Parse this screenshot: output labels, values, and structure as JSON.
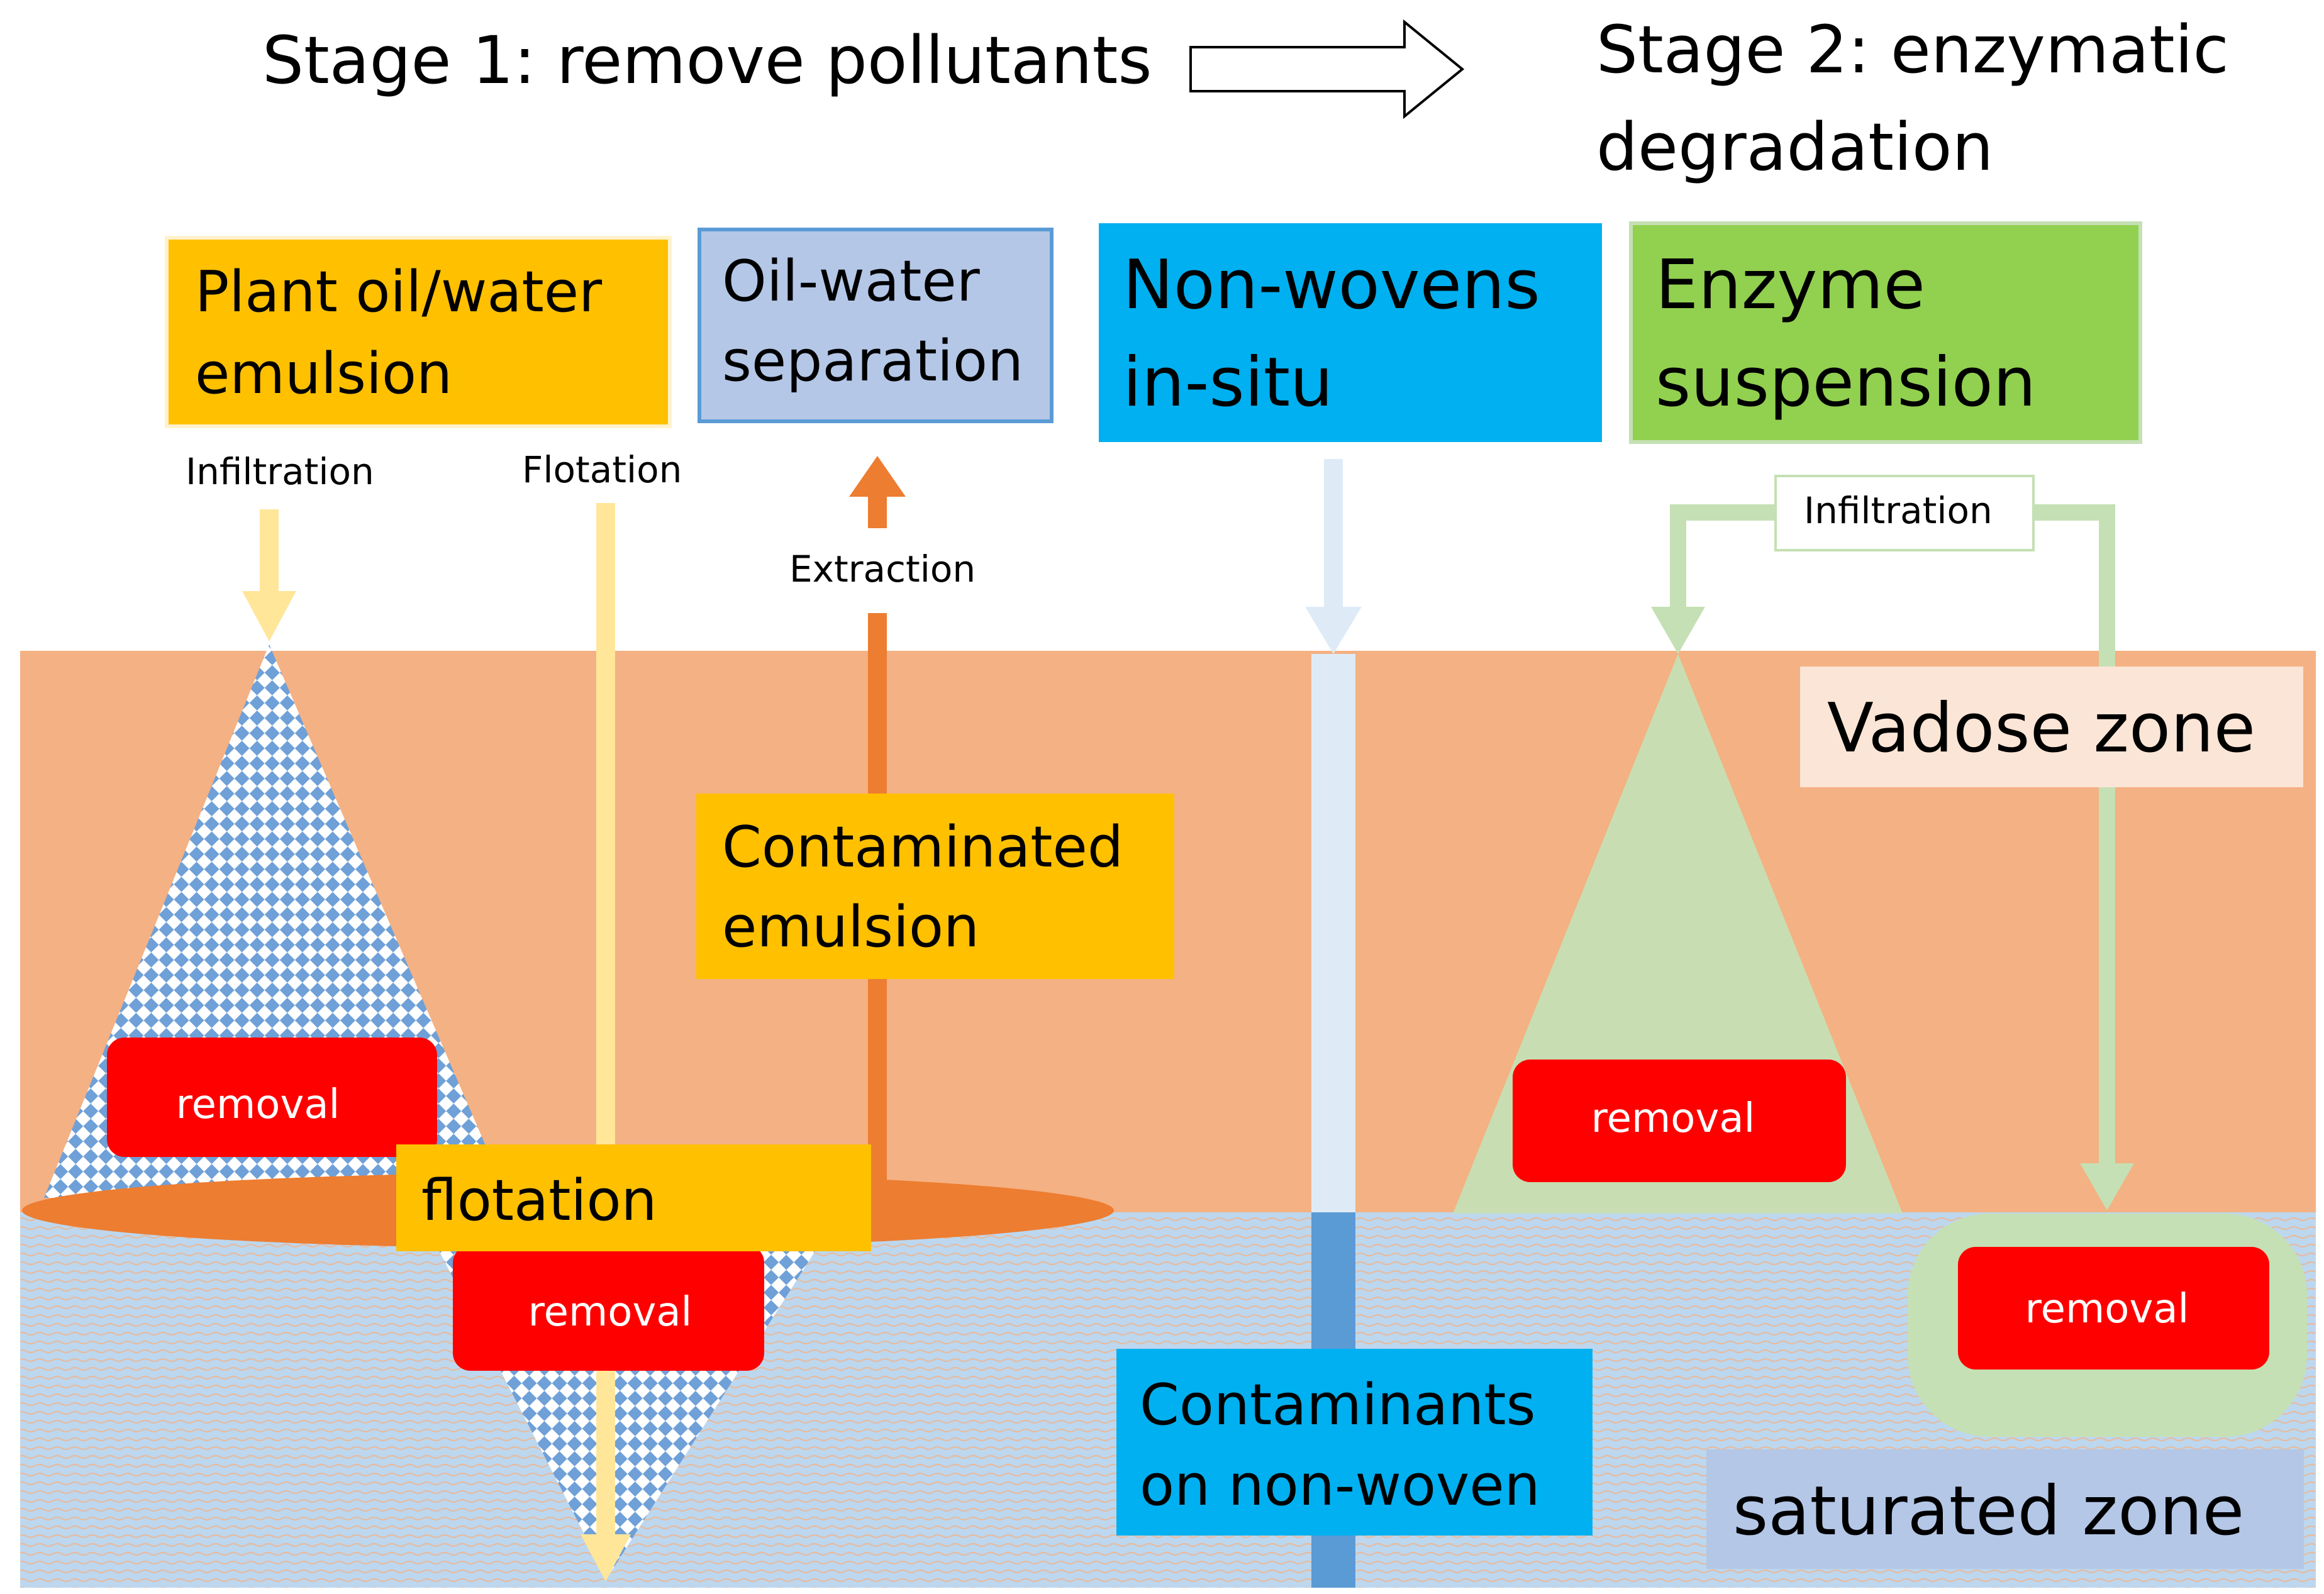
{
  "headings": {
    "stage1": "Stage 1: remove pollutants",
    "stage2_line1": "Stage 2: enzymatic",
    "stage2_line2": "degradation"
  },
  "boxes": {
    "plant_oil": [
      "Plant oil/water",
      "emulsion"
    ],
    "oil_water": [
      "Oil-water",
      "separation"
    ],
    "nonwovens": [
      "Non-wovens",
      "in-situ"
    ],
    "enzyme": [
      "Enzyme",
      "suspension"
    ],
    "contaminated": [
      "Contaminated",
      "emulsion"
    ],
    "flotation": "flotation",
    "contaminants": [
      "Contaminants",
      "on non-woven"
    ],
    "vadose": "Vadose zone",
    "saturated": "saturated zone"
  },
  "labels": {
    "infiltration_left": "Infiltration",
    "flotation_arrow": "Flotation",
    "extraction": "Extraction",
    "infiltration_right": "Infiltration"
  },
  "removal": {
    "r1": "removal",
    "r2": "removal",
    "r3": "removal",
    "r4": "removal"
  },
  "colors": {
    "vadose_soil": "#f4b183",
    "saturated_water": "#bdd7ee",
    "yellow_box": "#ffc000",
    "blue_grey_box": "#b4c7e7",
    "cyan_box": "#00b0f0",
    "green_box": "#92d050",
    "removal_red": "#ff0000",
    "orange_arrow": "#ed7d31",
    "pale_yellow_arrow": "#ffe699",
    "pale_green": "#c5e0b4",
    "pale_blue_arrow": "#deebf7",
    "nonwoven_dark": "#5b9bd5"
  }
}
